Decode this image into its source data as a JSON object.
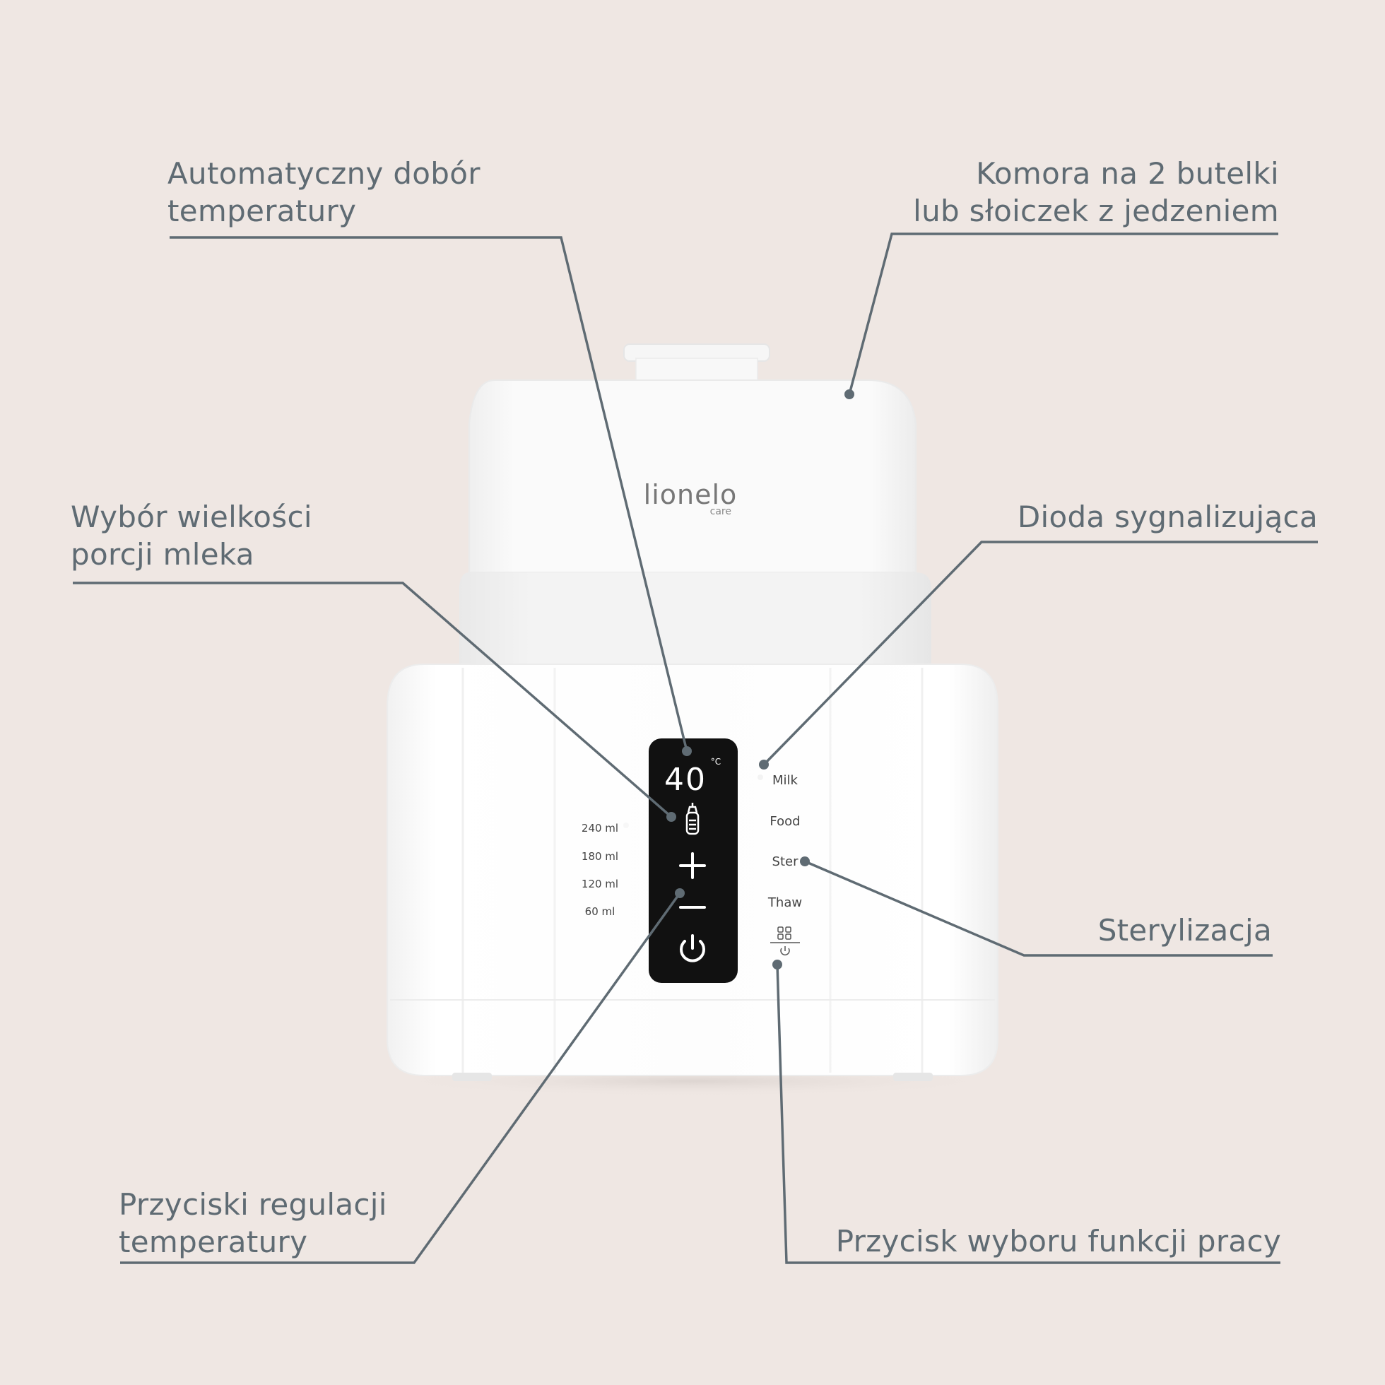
{
  "callouts": {
    "auto_temp": [
      "Automatyczny dobór",
      "temperatury"
    ],
    "chamber": [
      "Komora na 2 butelki",
      "lub słoiczek z jedzeniem"
    ],
    "portion": [
      "Wybór wielkości",
      "porcji mleka"
    ],
    "diode": [
      "Dioda sygnalizująca"
    ],
    "sterilization": [
      "Sterylizacja"
    ],
    "temp_buttons": [
      "Przyciski regulacji",
      "temperatury"
    ],
    "mode_button": [
      "Przycisk wyboru funkcji pracy"
    ]
  },
  "device": {
    "brand": "lionelo",
    "brand_sub": "care",
    "display_value": "40",
    "display_unit": "°C",
    "volumes": [
      "240 ml",
      "180 ml",
      "120 ml",
      "60 ml"
    ],
    "modes": [
      "Milk",
      "Food",
      "Ster",
      "Thaw"
    ]
  },
  "colors": {
    "background": "#efe7e3",
    "callout_text": "#5f6b73",
    "callout_line": "#5f6b73",
    "panel": "#111111",
    "device_body": "#fbfbfb"
  }
}
